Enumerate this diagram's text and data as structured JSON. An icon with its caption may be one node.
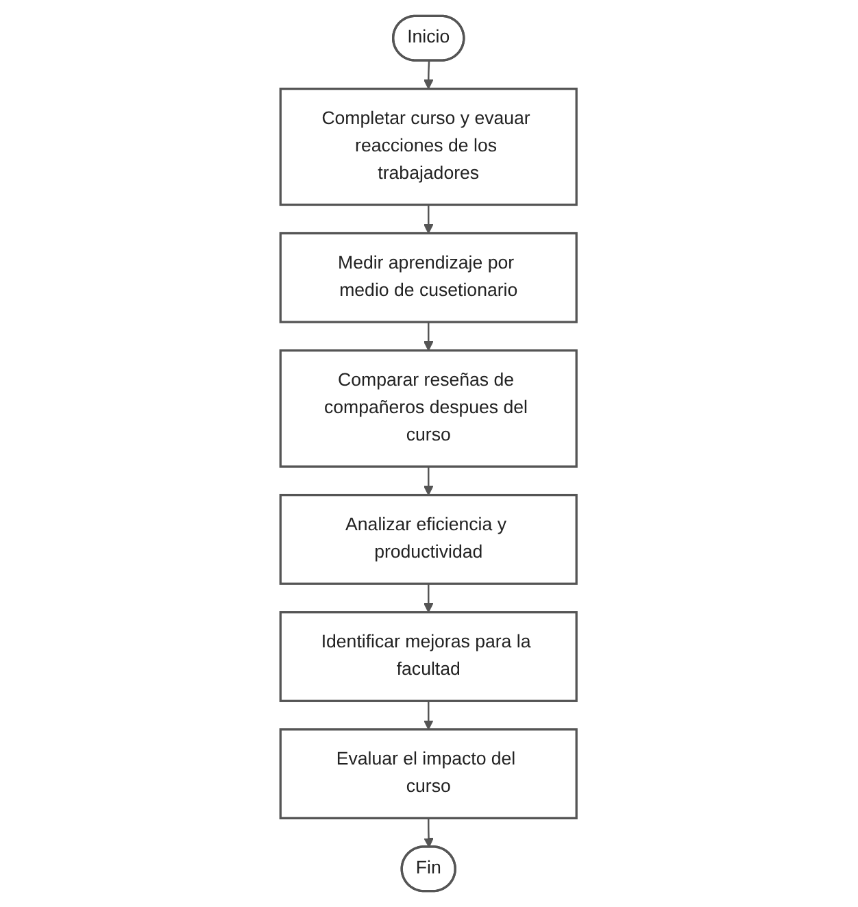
{
  "diagram": {
    "nodes": [
      {
        "text": [
          "Inicio"
        ]
      },
      {
        "text": [
          "Completar curso y evauar reacciones de los trabajadores"
        ]
      },
      {
        "text": [
          "Medir aprendizaje por medio de cusetionario"
        ]
      },
      {
        "text": [
          "Comparar reseñas de compañeros despues del curso"
        ]
      },
      {
        "text": [
          "Analizar eficiencia y productividad"
        ]
      },
      {
        "text": [
          "Identificar mejoras para la facultad"
        ]
      },
      {
        "text": [
          "Evaluar el impacto del curso"
        ]
      },
      {
        "text": [
          "Fin"
        ]
      }
    ],
    "edges": [
      {
        "from": 0,
        "to": 1,
        "arrow": "to"
      },
      {
        "from": 1,
        "to": 2,
        "arrow": "to"
      },
      {
        "from": 2,
        "to": 3,
        "arrow": "to"
      },
      {
        "from": 3,
        "to": 4,
        "arrow": "to"
      },
      {
        "from": 4,
        "to": 5,
        "arrow": "to"
      },
      {
        "from": 5,
        "to": 6,
        "arrow": "to"
      },
      {
        "from": 6,
        "to": 7,
        "arrow": "to"
      }
    ]
  }
}
